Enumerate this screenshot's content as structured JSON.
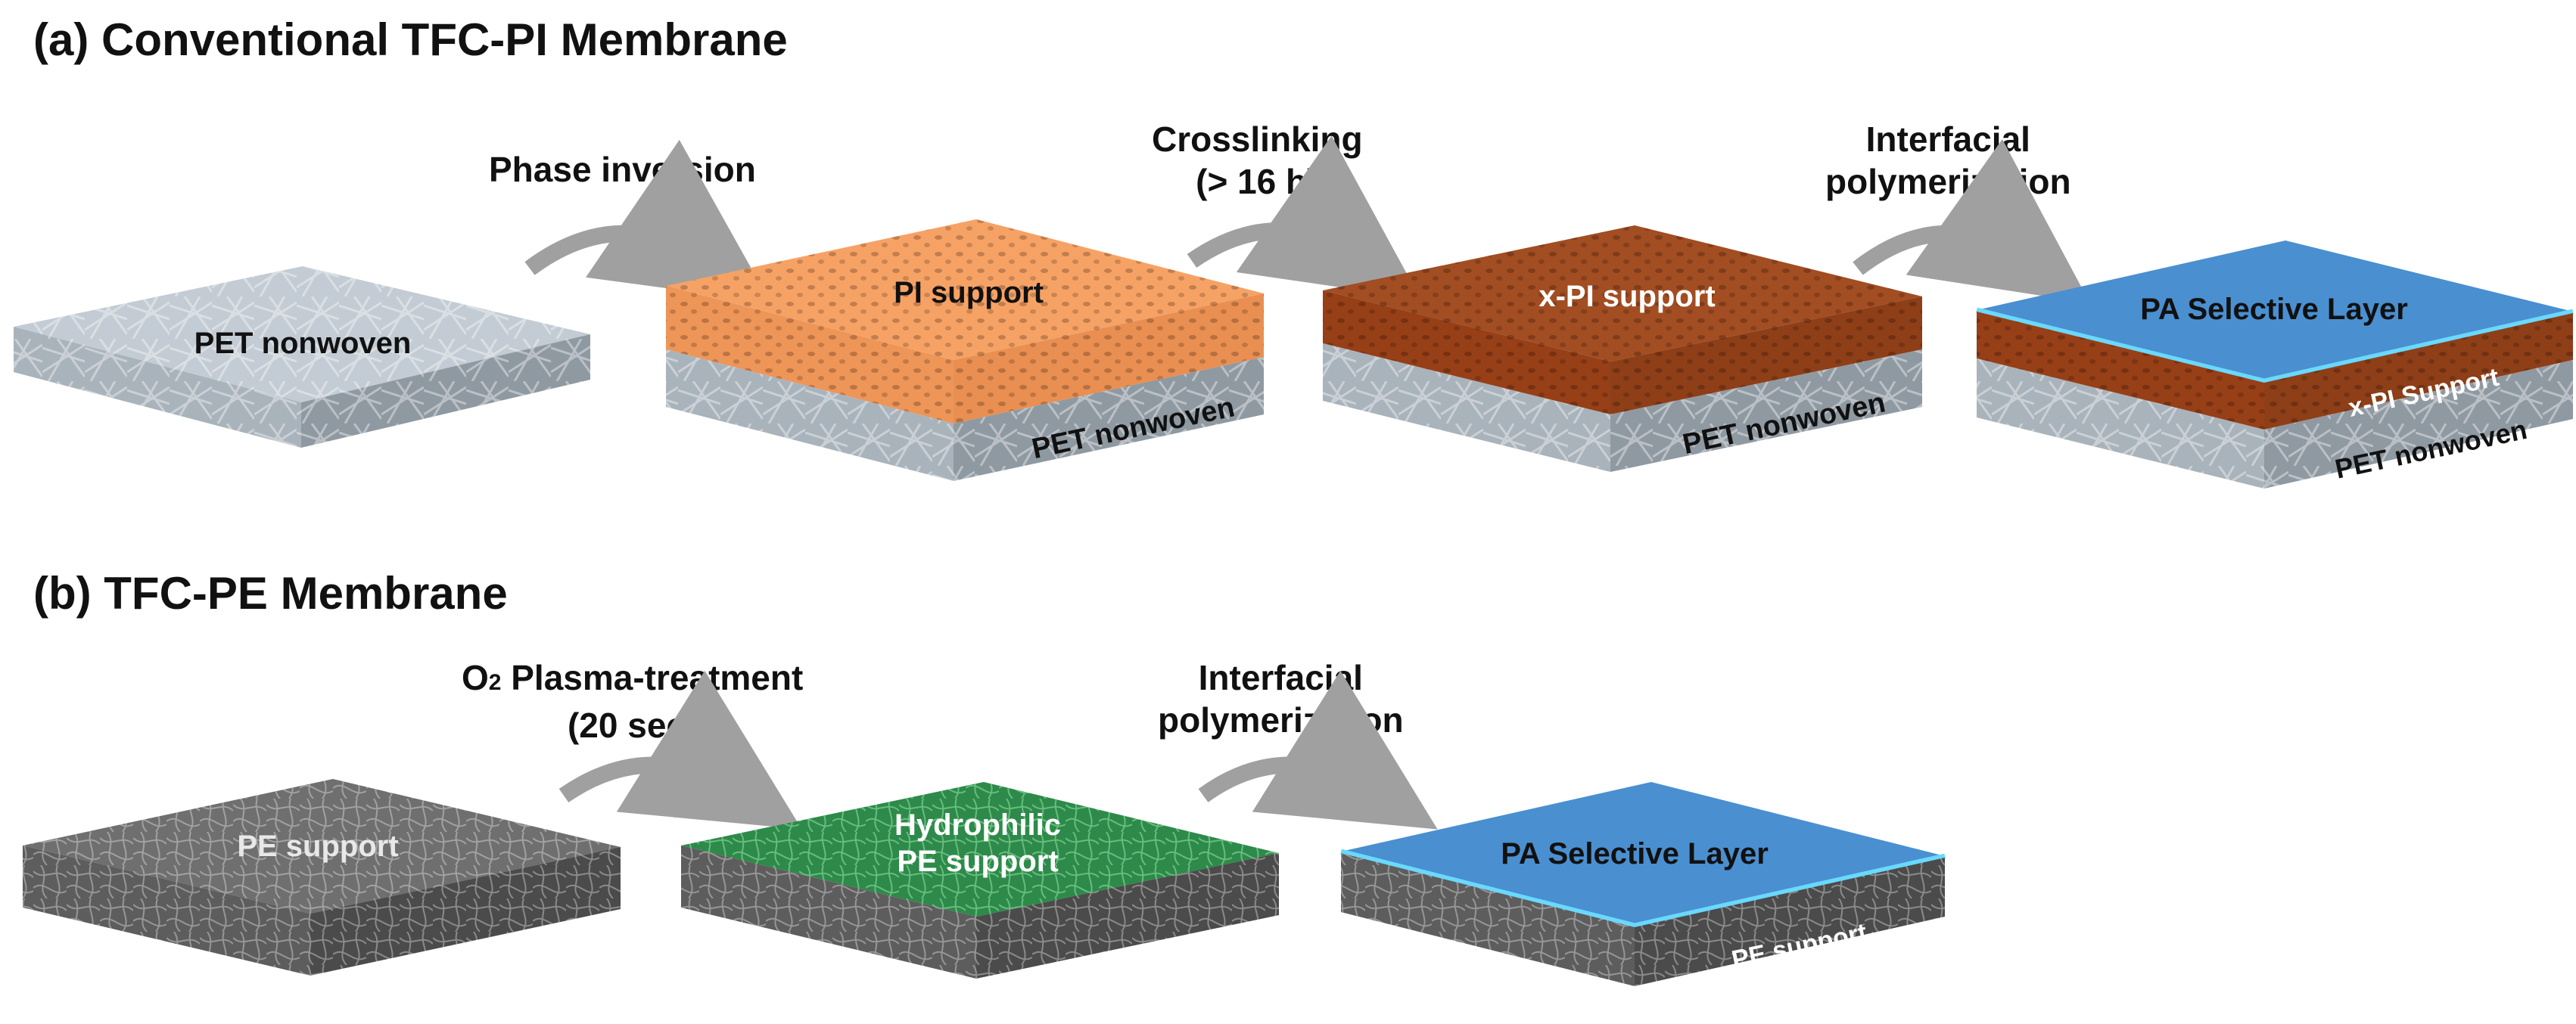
{
  "section_a": {
    "title": "(a) Conventional TFC-PI Membrane",
    "steps": [
      {
        "text": "Phase inversion"
      },
      {
        "line1": "Crosslinking",
        "line2": "(> 16 h)"
      },
      {
        "line1": "Interfacial",
        "line2": "polymerization"
      }
    ],
    "blocks": {
      "pet_nonwoven": {
        "label": "PET nonwoven"
      },
      "pi_support": {
        "top_label": "PI support",
        "side_label": "PET nonwoven"
      },
      "xpi_support": {
        "top_label": "x-PI support",
        "side_label": "PET nonwoven"
      },
      "pa_layer": {
        "top_label": "PA Selective Layer",
        "mid_label": "x-PI Support",
        "side_label": "PET nonwoven"
      }
    }
  },
  "section_b": {
    "title": "(b) TFC-PE Membrane",
    "steps": [
      {
        "prefix": "O",
        "subscript": "2",
        "suffix": " Plasma-treatment",
        "line2": "(20 sec)"
      },
      {
        "line1": "Interfacial",
        "line2": "polymerization"
      }
    ],
    "blocks": {
      "pe_support": {
        "label": "PE support"
      },
      "hydrophilic_pe": {
        "line1": "Hydrophilic",
        "line2": "PE support"
      },
      "pa_layer": {
        "top_label": "PA Selective Layer",
        "side_label": "PE support"
      }
    }
  },
  "colors": {
    "pet_top": "#c3ccd4",
    "pet_side": "#8f99a2",
    "pet_front": "#a9b3bb",
    "pi_orange": "#f7a265",
    "pi_orange_side": "#e98f52",
    "xpi_brown": "#a24d22",
    "xpi_brown_side": "#8e3f18",
    "pa_blue": "#4a8fd0",
    "pa_edge": "#69d9ff",
    "pe_gray": "#6f6f6f",
    "pe_gray_side": "#4b4b4b",
    "pe_gray_front": "#5d5d5d",
    "hydrophilic_green": "#2e8a4a",
    "arrow_gray": "#a0a0a0"
  }
}
